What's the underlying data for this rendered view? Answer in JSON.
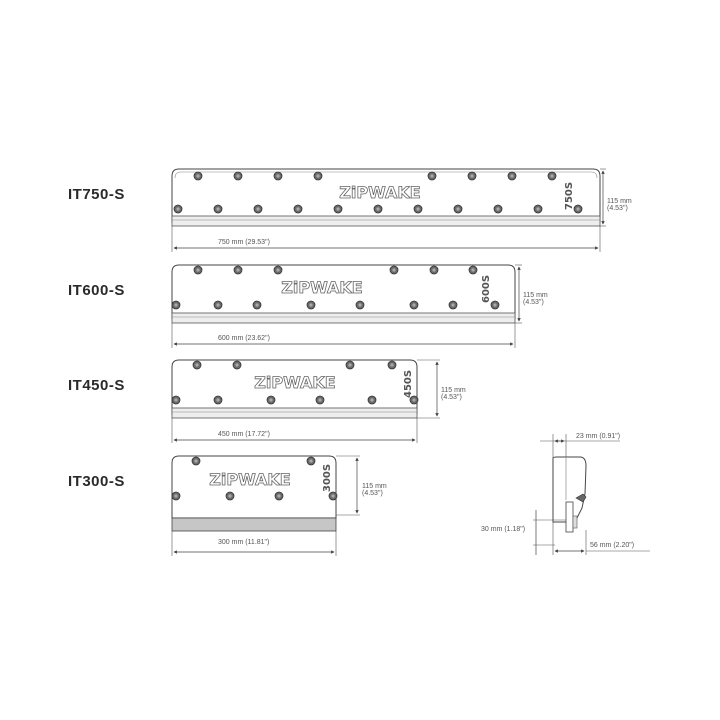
{
  "diagram": {
    "brand": "ZiPWAKE",
    "products": [
      {
        "model": "IT750-S",
        "code": "750S",
        "width_label": "750 mm (29.53\")",
        "height_label": "115 mm",
        "height_label_in": "(4.53\")"
      },
      {
        "model": "IT600-S",
        "code": "600S",
        "width_label": "600 mm (23.62\")",
        "height_label": "115 mm",
        "height_label_in": "(4.53\")"
      },
      {
        "model": "IT450-S",
        "code": "450S",
        "width_label": "450 mm (17.72\")",
        "height_label": "115 mm",
        "height_label_in": "(4.53\")"
      },
      {
        "model": "IT300-S",
        "code": "300S",
        "width_label": "300 mm (11.81\")",
        "height_label": "115 mm",
        "height_label_in": "(4.53\")"
      }
    ],
    "side_view": {
      "top_label": "23 mm (0.91\")",
      "left_label": "30 mm (1.18\")",
      "bottom_label": "56 mm (2.20\")"
    }
  }
}
